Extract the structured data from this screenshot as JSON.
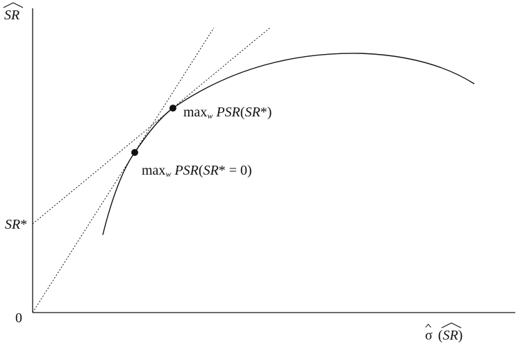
{
  "y_axis": {
    "symbol": "SR",
    "hat": true
  },
  "x_axis": {
    "sigma": "σ",
    "open": "(",
    "symbol": "SR",
    "close": ")"
  },
  "origin": {
    "label": "0"
  },
  "intercept": {
    "symbol": "SR",
    "star": "*"
  },
  "points": [
    {
      "id": "max-psr-sr-star",
      "text_max": "max",
      "text_sub": "w",
      "text_func": "PSR",
      "text_open": "(",
      "text_arg": "SR",
      "text_tail": "*)"
    },
    {
      "id": "max-psr-sr-star-zero",
      "text_max": "max",
      "text_sub": "w",
      "text_func": "PSR",
      "text_open": "(",
      "text_arg": "SR",
      "text_tail": "* = 0)"
    }
  ],
  "styles": {
    "line_color": "#111111",
    "dot_color": "#111111"
  }
}
